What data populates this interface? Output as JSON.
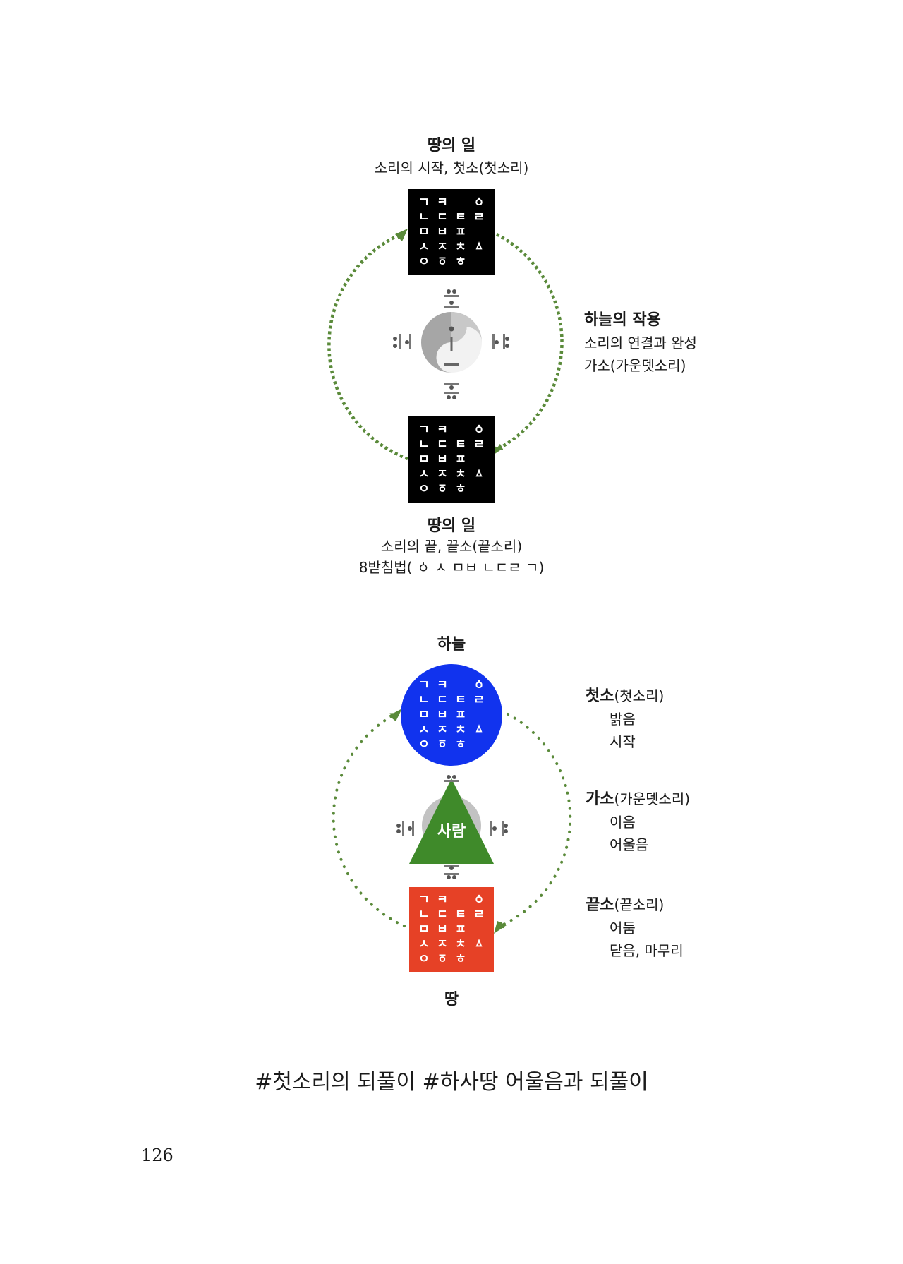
{
  "top_diagram": {
    "top_node": {
      "title": "땅의 일",
      "subtitle": "소리의 시작, 첫소(첫소리)"
    },
    "right_label": {
      "title": "하늘의 작용",
      "line1": "소리의 연결과 완성",
      "line2": "가소(가운뎃소리)"
    },
    "bottom_node": {
      "title": "땅의 일",
      "subtitle": "소리의  끝, 끝소(끝소리)",
      "line2": "8받침법( ㆁ ㅅ ㅁㅂ  ㄴㄷㄹ ㄱ)"
    },
    "consonant_grid": [
      "ㄱ",
      "ㅋ",
      "",
      "ㆁ",
      "ㄴ",
      "ㄷ",
      "ㅌ",
      "ㄹ",
      "ㅁ",
      "ㅂ",
      "ㅍ",
      "",
      "ㅅ",
      "ㅈ",
      "ㅊ",
      "ㅿ",
      "ㅇ",
      "ㆆ",
      "ㅎ",
      ""
    ],
    "vowels": {
      "top": "ㆄ",
      "left": "ㆇ",
      "right": "ㆊ",
      "bottom": "ㆌ"
    },
    "colors": {
      "box": "#000000",
      "arrow": "#5a8a3a",
      "yin_dark": "#a6a6a6",
      "yin_light": "#c8c8c8",
      "yang": "#f2f2f2"
    }
  },
  "bottom_diagram": {
    "top_label": "하늘",
    "bottom_label": "땅",
    "center_label": "사람",
    "consonant_grid": [
      "ㄱ",
      "ㅋ",
      "",
      "ㆁ",
      "ㄴ",
      "ㄷ",
      "ㅌ",
      "ㄹ",
      "ㅁ",
      "ㅂ",
      "ㅍ",
      "",
      "ㅅ",
      "ㅈ",
      "ㅊ",
      "ㅿ",
      "ㅇ",
      "ㆆ",
      "ㅎ",
      ""
    ],
    "legend": [
      {
        "bold": "첫소",
        "rest": "(첫소리)",
        "items": [
          "밝음",
          "시작"
        ]
      },
      {
        "bold": "가소",
        "rest": "(가운뎃소리)",
        "items": [
          "이음",
          "어울음"
        ]
      },
      {
        "bold": "끝소",
        "rest": "(끝소리)",
        "items": [
          "어둠",
          "닫음, 마무리"
        ]
      }
    ],
    "colors": {
      "heaven": "#1133ee",
      "human": "#3f8a2a",
      "earth": "#e64126",
      "arrow": "#5a8a3a"
    }
  },
  "footer": {
    "tags": "#첫소리의 되풀이 #하사땅 어울음과 되풀이"
  },
  "page_number": "126"
}
